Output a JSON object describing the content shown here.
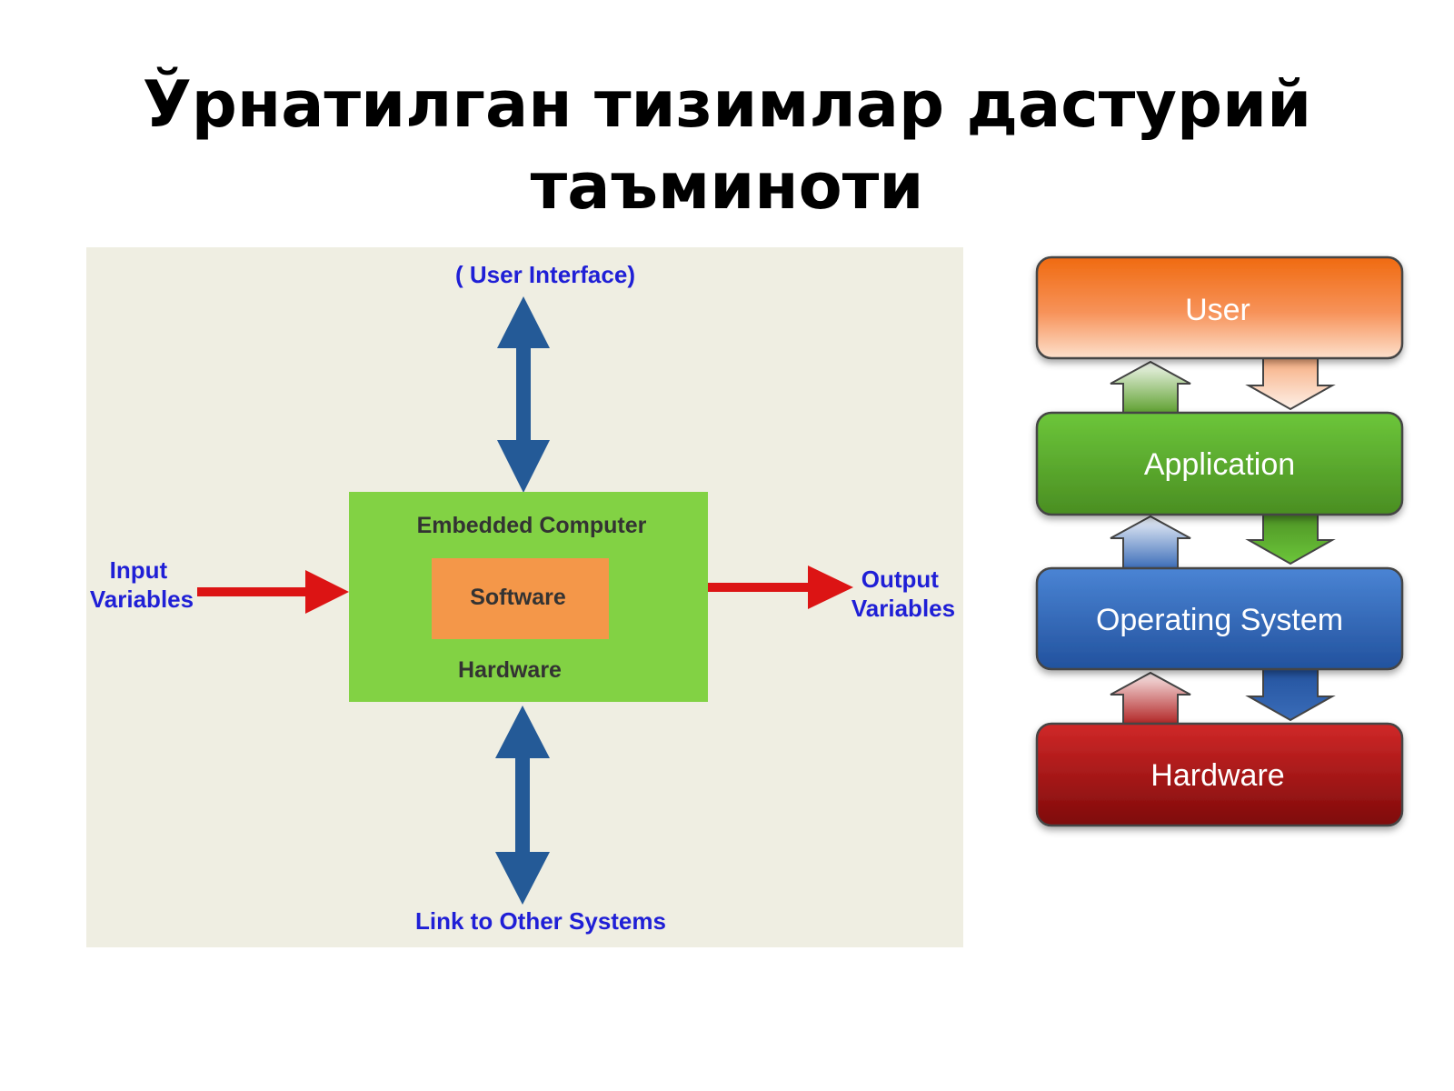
{
  "title": {
    "line1": "Ўрнатилган тизимлар дастурий",
    "line2": "таъминоти"
  },
  "embedded_diagram": {
    "user_interface": "( User Interface)",
    "embedded_computer": "Embedded Computer",
    "software": "Software",
    "hardware": "Hardware",
    "input_line1": "Input",
    "input_line2": "Variables",
    "output_line1": "Output",
    "output_line2": "Variables",
    "link": "Link to Other Systems"
  },
  "layer_stack": {
    "layers": [
      {
        "label": "User",
        "color": "#f06a10"
      },
      {
        "label": "Application",
        "color": "#5a9e2a"
      },
      {
        "label": "Operating System",
        "color": "#2a5ca8"
      },
      {
        "label": "Hardware",
        "color": "#9a1010"
      }
    ]
  },
  "colors": {
    "panel_bg": "#efeee2",
    "computer_box": "#82d244",
    "software_box": "#f49749",
    "blue_arrow": "#245a97",
    "red_arrow": "#dc1414"
  }
}
